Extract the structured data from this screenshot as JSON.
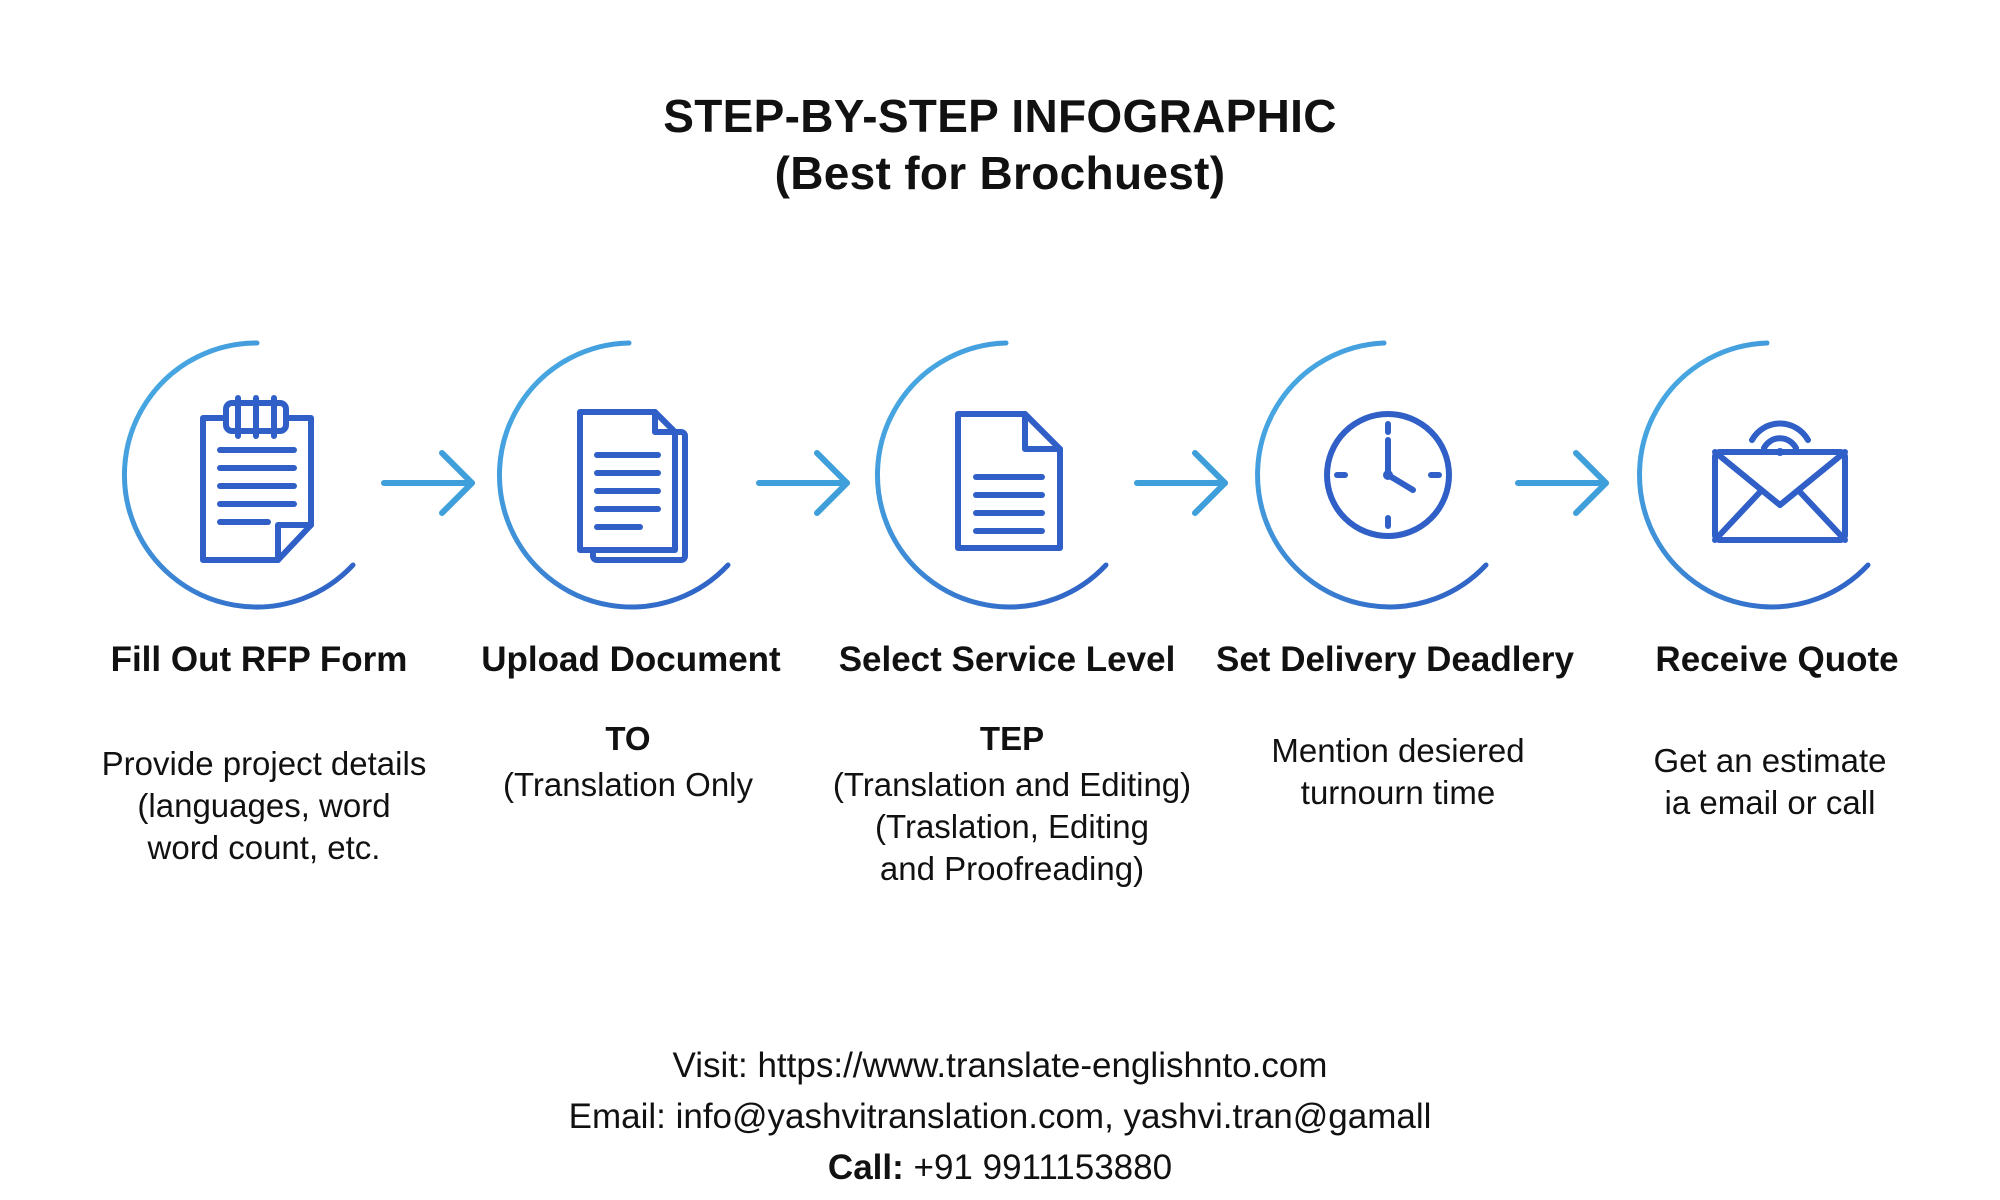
{
  "title": {
    "line1": "STEP-BY-STEP INFOGRAPHIC",
    "line2": "(Best for Brochuest)"
  },
  "colors": {
    "ring_light": "#4BB3E6",
    "ring_dark": "#2E5EC4",
    "icon_blue": "#2F5FC7",
    "arrow": "#3F9FDB",
    "text": "#111111"
  },
  "steps": [
    {
      "icon": "rfp-form-icon",
      "title": "Fill Out RFP Form",
      "subtitle": "",
      "description": [
        "Provide project details",
        "(languages, word",
        "word count, etc."
      ]
    },
    {
      "icon": "upload-document-icon",
      "title": "Upload Document",
      "subtitle": "TO",
      "description": [
        "(Translation Only"
      ]
    },
    {
      "icon": "document-icon",
      "title": "Select Service Level",
      "subtitle": "TEP",
      "description": [
        "(Translation and Editing)",
        "(Traslation, Editing",
        "and Proofreading)"
      ]
    },
    {
      "icon": "clock-icon",
      "title": "Set Delivery Deadlery",
      "subtitle": "",
      "description": [
        "Mention desiered",
        "turnourn time"
      ]
    },
    {
      "icon": "email-envelope-icon",
      "title": "Receive Quote",
      "subtitle": "",
      "description": [
        "Get an estimate",
        "ia email or call"
      ]
    }
  ],
  "footer": {
    "visit": "Visit: https://www.translate-englishnto.com",
    "email": "Email: info@yashvitranslation.com, yashvi.tran@gamall",
    "call_label": "Call:",
    "call_number": " +91 9911153880"
  }
}
